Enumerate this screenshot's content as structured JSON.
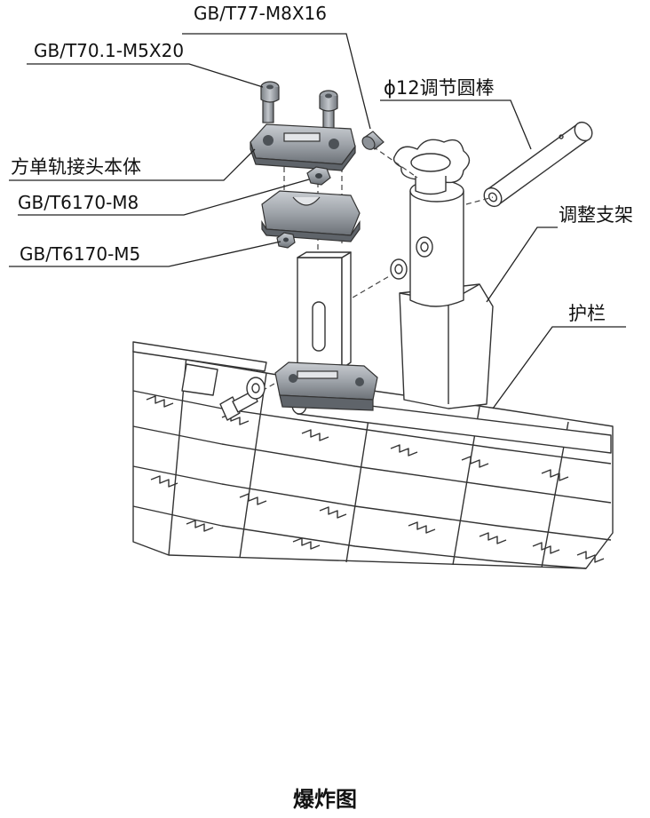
{
  "labels": {
    "screw_m8": "GB/T77-M8X16",
    "screw_m5": "GB/T70.1-M5X20",
    "rod": "ϕ12调节圆棒",
    "joint_body": "方单轨接头本体",
    "nut_m8": "GB/T6170-M8",
    "bracket": "调整支架",
    "nut_m5": "GB/T6170-M5",
    "guardrail": "护栏"
  },
  "caption": "爆炸图",
  "colors": {
    "line": "#333333",
    "metal_light": "#b9bdc2",
    "metal_mid": "#8d9298",
    "metal_dark": "#5f646a"
  }
}
